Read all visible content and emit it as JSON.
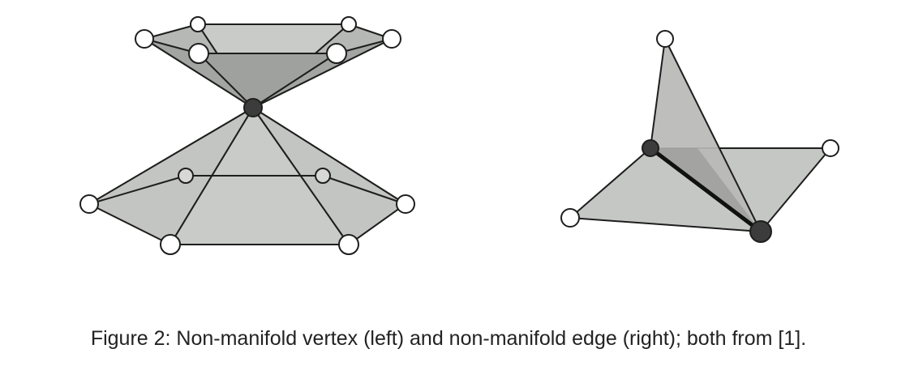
{
  "figure": {
    "caption": "Figure 2: Non-manifold vertex (left) and non-manifold edge (right); both from [1].",
    "colors": {
      "face_light": "#c7c9c6",
      "face_mid": "#aeb0ad",
      "face_dark": "#9a9c99",
      "edge": "#1e1e1e",
      "vertex_fill": "#ffffff",
      "vertex_special": "#3c3c3c"
    },
    "panels": [
      "non-manifold-vertex",
      "non-manifold-edge"
    ]
  }
}
